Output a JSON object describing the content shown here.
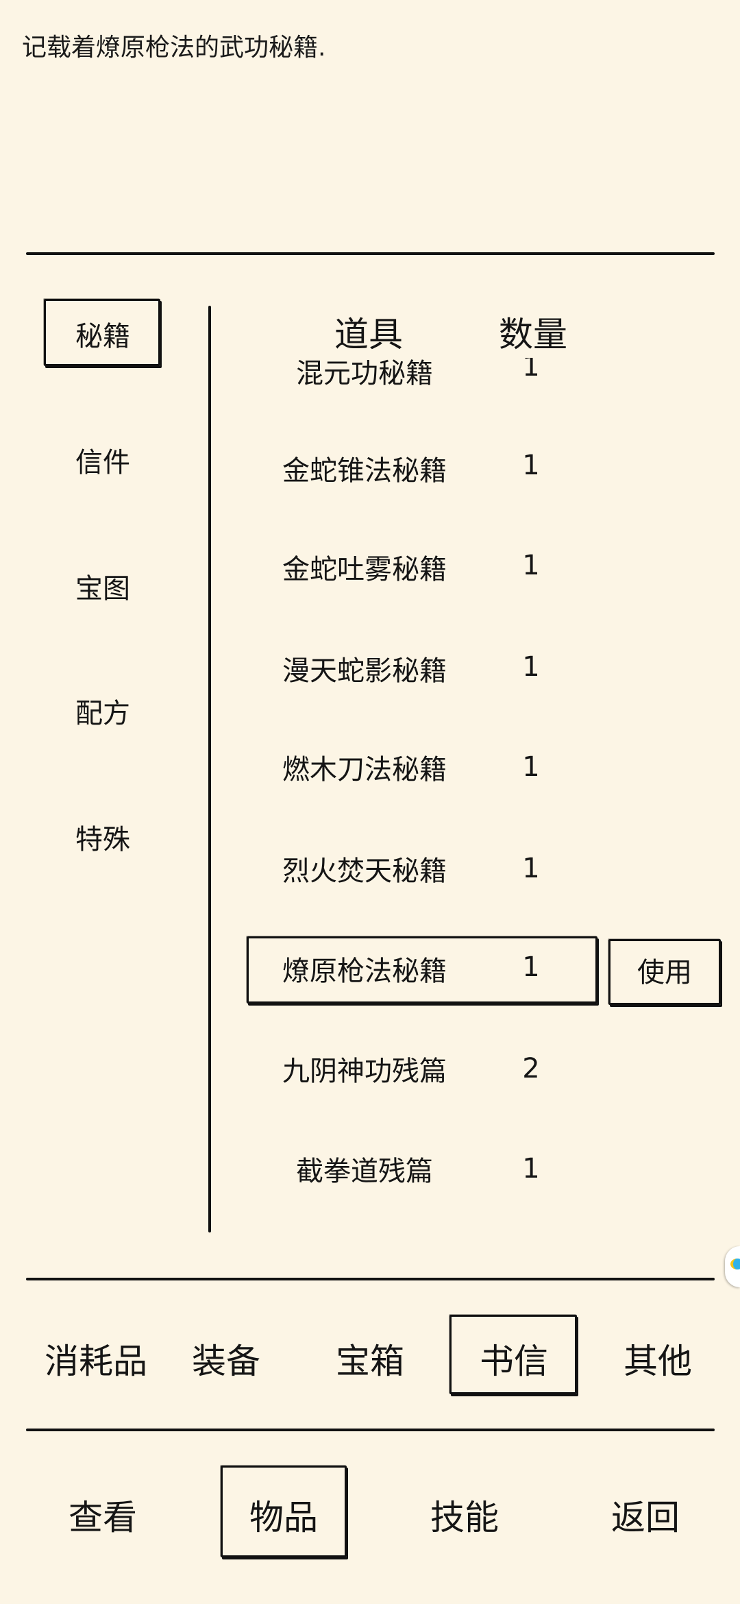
{
  "description": "记载着燎原枪法的武功秘籍.",
  "categories": [
    {
      "label": "秘籍",
      "selected": true
    },
    {
      "label": "信件",
      "selected": false
    },
    {
      "label": "宝图",
      "selected": false
    },
    {
      "label": "配方",
      "selected": false
    },
    {
      "label": "特殊",
      "selected": false
    }
  ],
  "table": {
    "header_item": "道具",
    "header_qty": "数量"
  },
  "items": [
    {
      "name": "混元功秘籍",
      "qty": "1"
    },
    {
      "name": "金蛇锥法秘籍",
      "qty": "1"
    },
    {
      "name": "金蛇吐雾秘籍",
      "qty": "1"
    },
    {
      "name": "漫天蛇影秘籍",
      "qty": "1"
    },
    {
      "name": "燃木刀法秘籍",
      "qty": "1"
    },
    {
      "name": "烈火焚天秘籍",
      "qty": "1"
    },
    {
      "name": "燎原枪法秘籍",
      "qty": "1",
      "selected": true
    },
    {
      "name": "九阴神功残篇",
      "qty": "2"
    },
    {
      "name": "截拳道残篇",
      "qty": "1"
    }
  ],
  "use_button": "使用",
  "tabs": [
    {
      "label": "消耗品",
      "selected": false
    },
    {
      "label": "装备",
      "selected": false
    },
    {
      "label": "宝箱",
      "selected": false
    },
    {
      "label": "书信",
      "selected": true
    },
    {
      "label": "其他",
      "selected": false
    }
  ],
  "bottom_nav": [
    {
      "label": "查看",
      "selected": false
    },
    {
      "label": "物品",
      "selected": true
    },
    {
      "label": "技能",
      "selected": false
    },
    {
      "label": "返回",
      "selected": false
    }
  ],
  "colors": {
    "background": "#fcf5e5",
    "ink": "#111111"
  }
}
